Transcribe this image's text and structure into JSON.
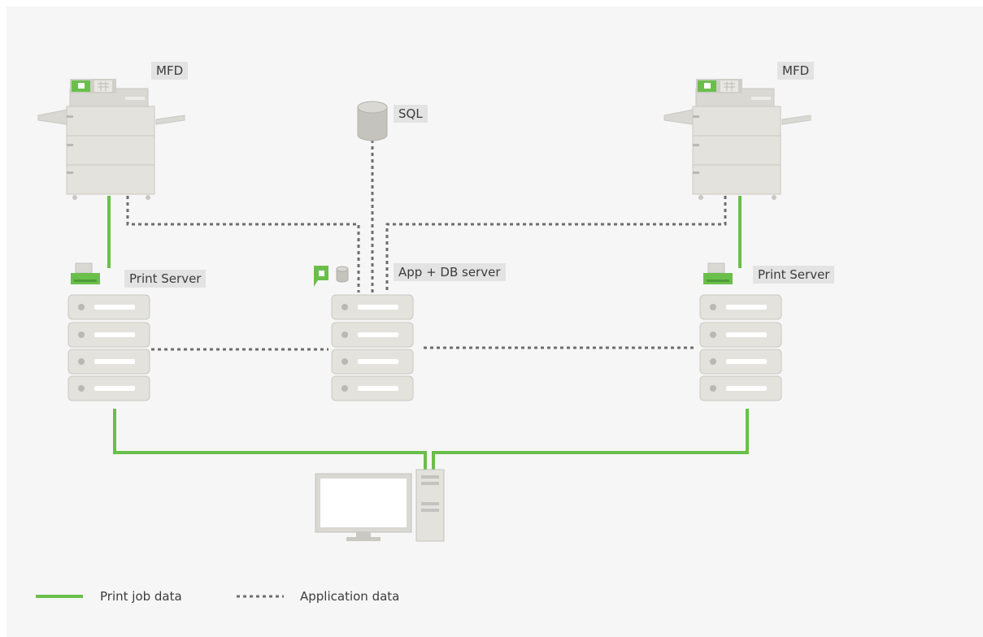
{
  "colors": {
    "background": "#f6f6f6",
    "print_job_line": "#6abf4b",
    "application_line": "#6e6e6e",
    "device_fill": "#d9d8d3",
    "device_stroke": "#c4c3bd",
    "accent_green": "#5cb85c"
  },
  "labels": {
    "mfd_left": "MFD",
    "mfd_right": "MFD",
    "sql": "SQL",
    "app_db_server": "App + DB server",
    "print_server_left": "Print Server",
    "print_server_right": "Print Server"
  },
  "legend": {
    "print_job": "Print job data",
    "application": "Application data"
  },
  "icons": {
    "mfd": "mfd-printer-icon",
    "server": "server-rack-icon",
    "database": "database-icon",
    "papercut_logo": "papercut-logo-icon",
    "workstation": "desktop-computer-icon",
    "print_queue": "printer-queue-icon"
  }
}
